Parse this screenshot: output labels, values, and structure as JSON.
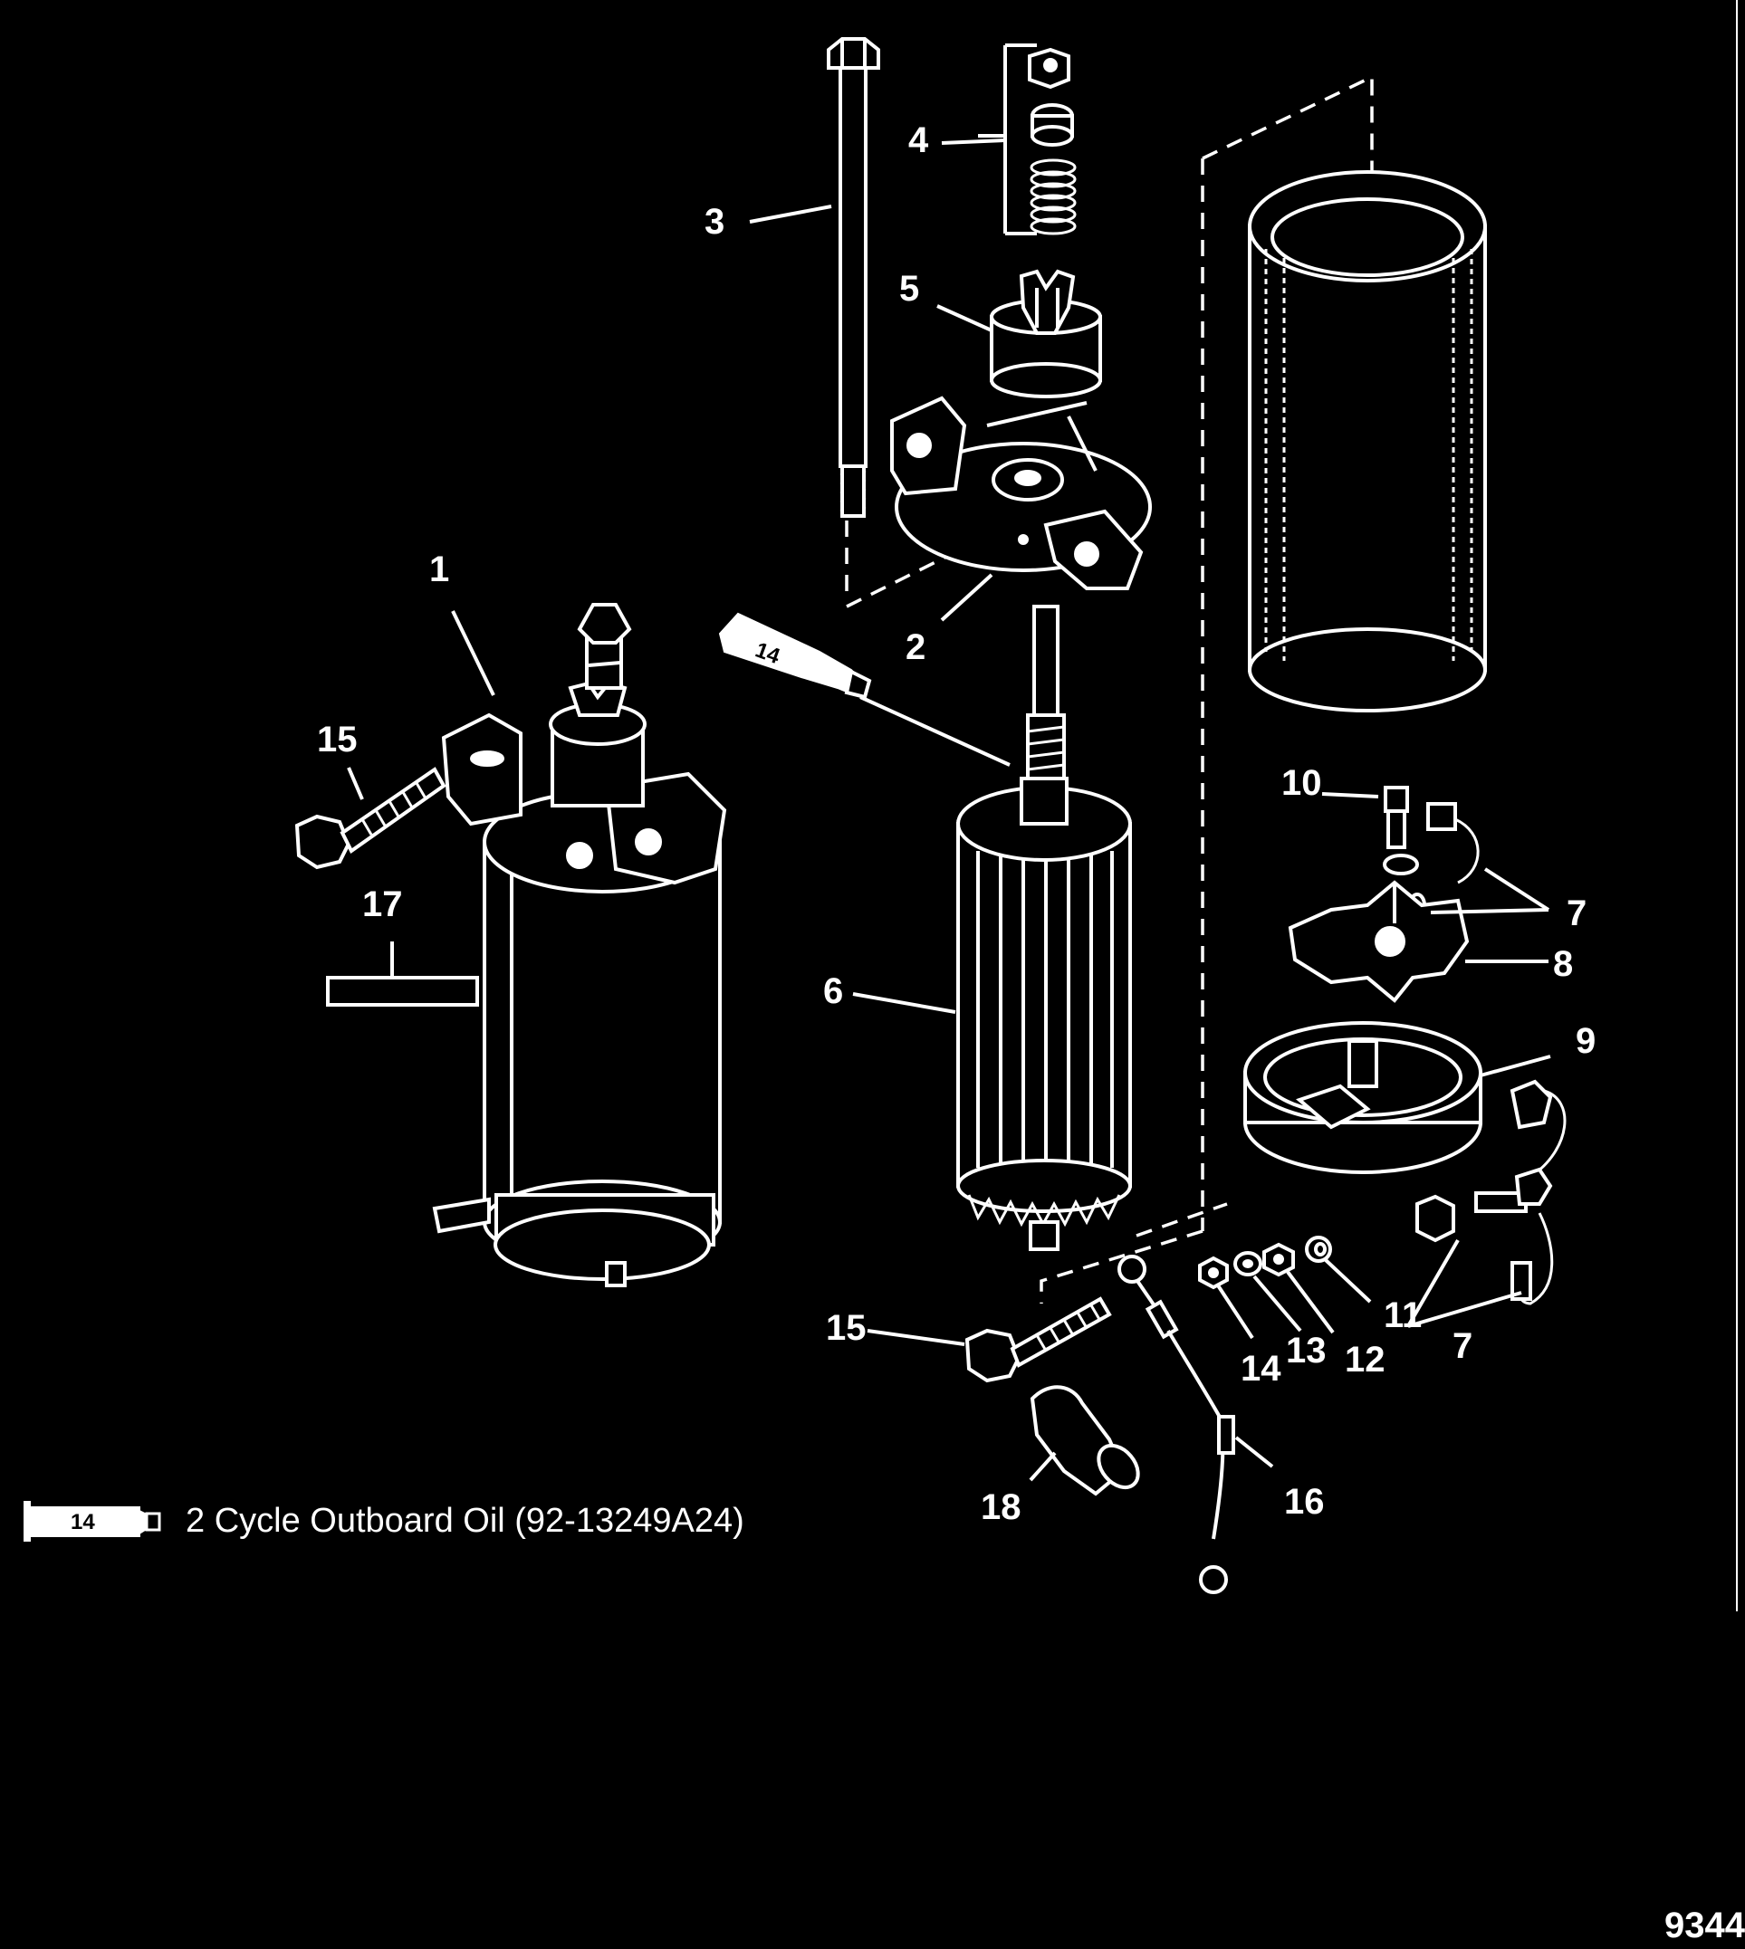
{
  "callouts": {
    "c1": "1",
    "c2": "2",
    "c3": "3",
    "c4": "4",
    "c5": "5",
    "c6": "6",
    "c7a": "7",
    "c7b": "7",
    "c8": "8",
    "c9": "9",
    "c10": "10",
    "c11": "11",
    "c12": "12",
    "c13": "13",
    "c14": "14",
    "c15a": "15",
    "c15b": "15",
    "c16": "16",
    "c17": "17",
    "c18": "18"
  },
  "lube_tube_code": "14",
  "legend": {
    "tube_code": "14",
    "text": "2 Cycle Outboard Oil (92-13249A24)"
  },
  "figure_number": "9344"
}
